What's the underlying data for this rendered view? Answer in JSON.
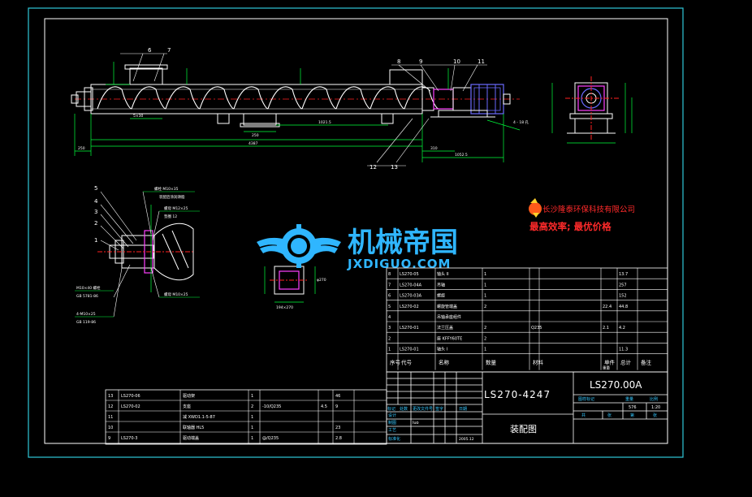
{
  "colors": {
    "background": "#000000",
    "frame": "#2fc7d8",
    "white_line": "#ffffff",
    "red_line": "#ff2020",
    "green_line": "#00ff3c",
    "magenta": "#ff40ff",
    "blue": "#6a6aff",
    "watermark_blue": "#2fb6ff",
    "company_red": "#ff2a2a"
  },
  "icons": {
    "logo": "jxdiguo-gear-wings-logo",
    "company": "rooster-logo"
  },
  "watermark": {
    "brand_cn": "机械帝国",
    "brand_en": "JXDIGUO.COM"
  },
  "company": {
    "name": "长沙隆泰环保科技有限公司",
    "slogan": "最高效率; 最优价格"
  },
  "main_view": {
    "part_numbers": [
      "6",
      "7",
      "8",
      "9",
      "10",
      "11",
      "12",
      "13"
    ],
    "dims": [
      "5×30",
      "250",
      "1021.5",
      "4387",
      "250",
      "310",
      "1052.5",
      "4 - 18 孔"
    ]
  },
  "detail_view": {
    "part_numbers": [
      "5",
      "4",
      "3",
      "2",
      "1"
    ],
    "notes": [
      "螺栓 M10×35",
      "装配后涂润滑脂",
      "螺母 M12×25",
      "垫圈 12",
      "螺母 M10×25",
      "M10×40 螺栓",
      "GB 5781-86",
      "4-M10×25",
      "GB 119-86"
    ]
  },
  "section_view": {
    "dims": [
      "φ270",
      "194×270"
    ]
  },
  "bom_upper": {
    "headers": [
      "序号",
      "代号",
      "名称",
      "数量",
      "材料",
      "单件",
      "总计",
      "备注"
    ],
    "sub_header": "重量",
    "rows": [
      [
        "8",
        "LS270-05",
        "轴头 II",
        "1",
        "",
        "",
        "13.7",
        ""
      ],
      [
        "7",
        "LS270-04A",
        "吊轴",
        "1",
        "",
        "",
        "257",
        ""
      ],
      [
        "6",
        "LS270-03A",
        "螺旋",
        "1",
        "",
        "",
        "152",
        ""
      ],
      [
        "5",
        "LS270-02",
        "螺旋管端盖",
        "2",
        "",
        "22.4",
        "44.8",
        ""
      ],
      [
        "4",
        "",
        "吊轴承座组件",
        "",
        "",
        "",
        "",
        ""
      ],
      [
        "3",
        "LS270-01",
        "法兰压盖",
        "2",
        "Q235",
        "2.1",
        "4.2",
        ""
      ],
      [
        "2",
        "",
        "座 KFFY60TE",
        "2",
        "",
        "",
        "",
        ""
      ],
      [
        "1",
        "LS270-01",
        "轴头 I",
        "1",
        "",
        "",
        "11.3",
        ""
      ]
    ]
  },
  "bom_lower": {
    "rows": [
      [
        "13",
        "LS270-06",
        "驱动架",
        "1",
        "",
        "",
        "46"
      ],
      [
        "12",
        "LS270-02",
        "支座",
        "2",
        "-10/Q235",
        "4.5",
        "9"
      ],
      [
        "11",
        "",
        "减 XWD1.1-5-87",
        "1",
        "",
        "",
        ""
      ],
      [
        "10",
        "",
        "联轴器 HL5",
        "1",
        "",
        "",
        "23"
      ],
      [
        "9",
        "LS270-3",
        "驱动端盖",
        "1",
        "@/Q235",
        "",
        "2.8"
      ]
    ]
  },
  "title_block": {
    "product_code": "LS270-4247",
    "drawing_no": "LS270.00A",
    "drawing_name": "装配图",
    "stage_headers": [
      "图样标记",
      "重量",
      "比例"
    ],
    "weight": "576",
    "scale": "1:20",
    "sheet_labels": [
      "共",
      "张",
      "第",
      "张"
    ],
    "sign_labels": [
      "标记",
      "处数",
      "更改文件号",
      "签字",
      "日期"
    ],
    "role_labels": [
      "设计",
      "制图",
      "工艺",
      "标准化"
    ],
    "signer": "luo",
    "date": "2005.12"
  }
}
